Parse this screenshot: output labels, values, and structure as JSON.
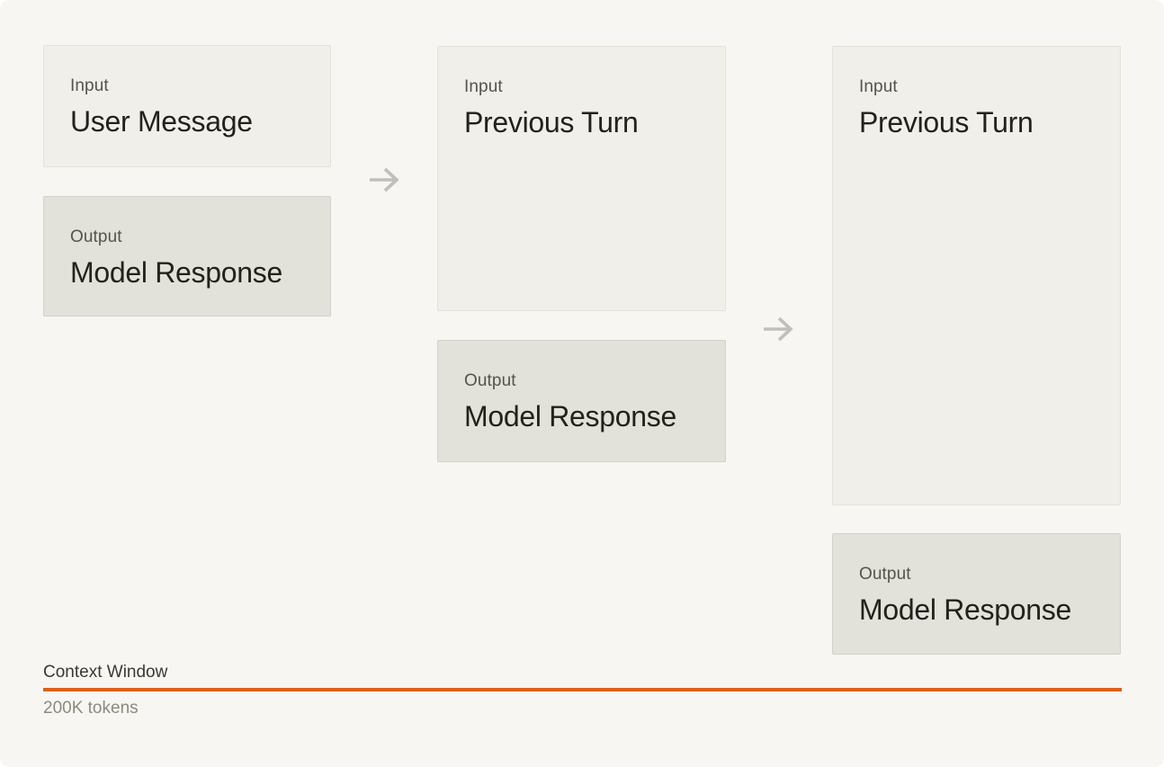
{
  "colors": {
    "background": "#F7F6F2",
    "input_box_fill": "#F0EFE9",
    "input_box_border": "#E4E2D9",
    "output_box_fill": "#E2E1DA",
    "output_box_border": "#D3D1C8",
    "kicker_text": "#55534D",
    "title_text": "#22211C",
    "arrow": "#C0BFBA",
    "context_line": "#D9621B",
    "context_label_text": "#3B3933",
    "tokens_text": "#8C8A81"
  },
  "diagram": {
    "turns": [
      {
        "input": {
          "label": "Input",
          "title": "User Message"
        },
        "output": {
          "label": "Output",
          "title": "Model Response"
        }
      },
      {
        "input": {
          "label": "Input",
          "title": "Previous Turn"
        },
        "output": {
          "label": "Output",
          "title": "Model Response"
        }
      },
      {
        "input": {
          "label": "Input",
          "title": "Previous Turn"
        },
        "output": {
          "label": "Output",
          "title": "Model Response"
        }
      }
    ],
    "context_window": {
      "label": "Context Window",
      "capacity": "200K tokens"
    }
  }
}
